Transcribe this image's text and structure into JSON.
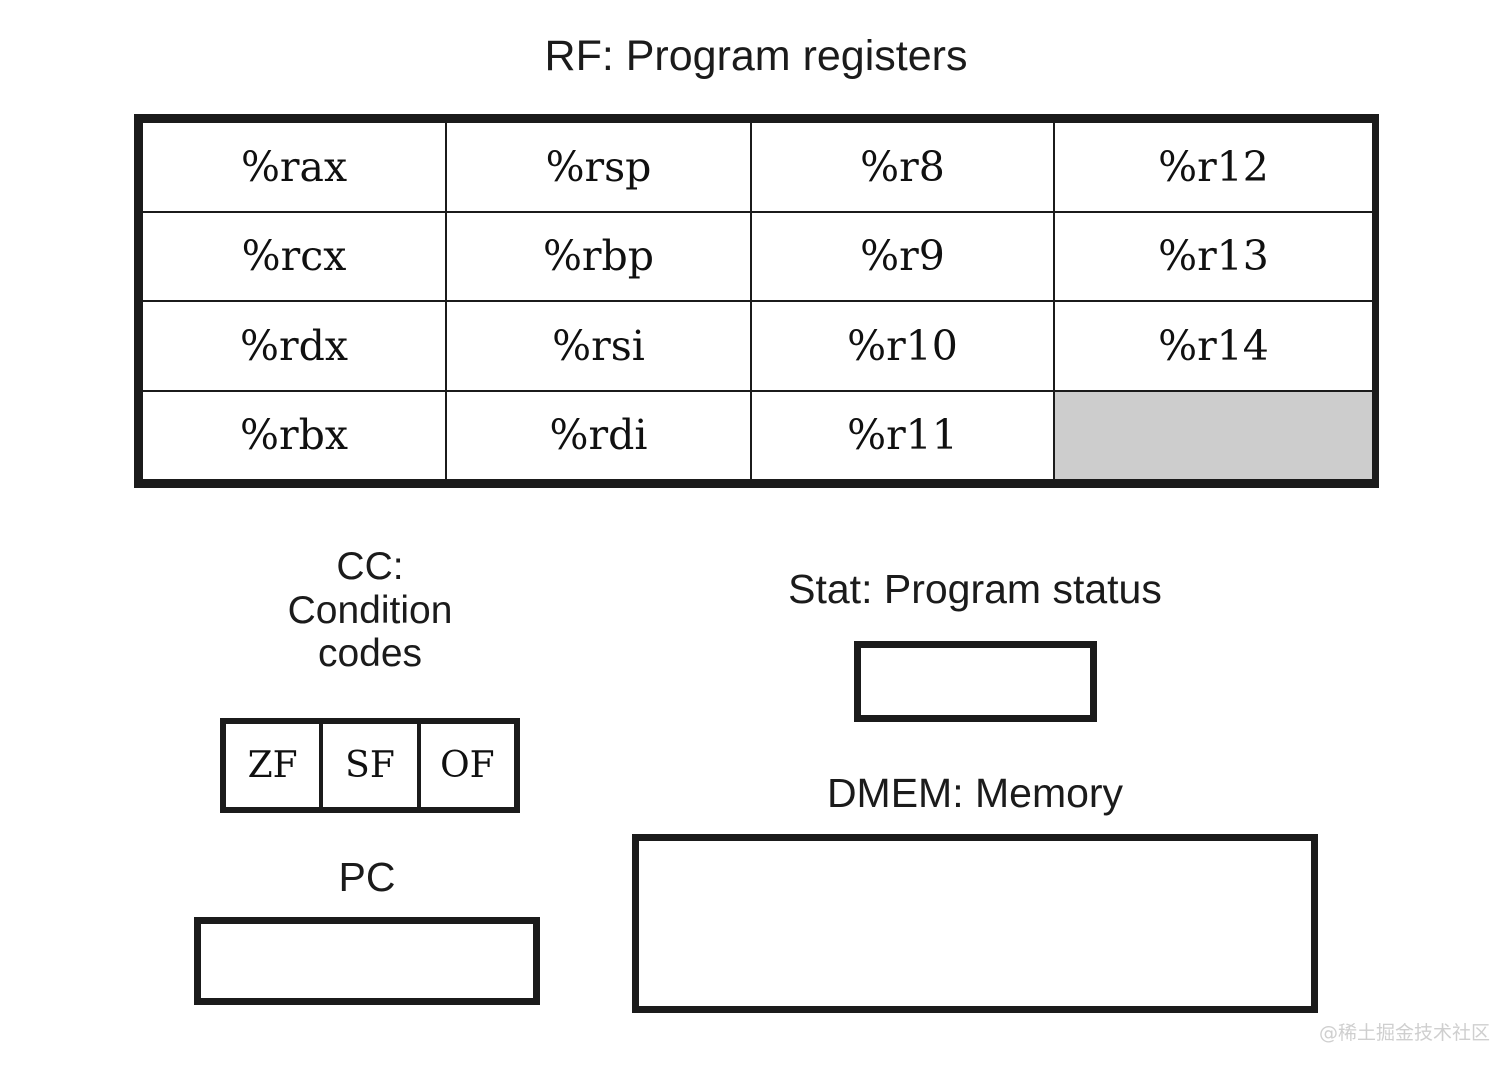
{
  "register_file": {
    "title": "RF: Program registers",
    "rows": [
      [
        "%rax",
        "%rsp",
        "%r8",
        "%r12"
      ],
      [
        "%rcx",
        "%rbp",
        "%r9",
        "%r13"
      ],
      [
        "%rdx",
        "%rsi",
        "%r10",
        "%r14"
      ],
      [
        "%rbx",
        "%rdi",
        "%r11",
        ""
      ]
    ],
    "empty_cell_color": "#cdcdcd"
  },
  "condition_codes": {
    "title": "CC:\nCondition\ncodes",
    "flags": [
      "ZF",
      "SF",
      "OF"
    ]
  },
  "program_counter": {
    "title": "PC",
    "value": ""
  },
  "status": {
    "title": "Stat: Program status",
    "value": ""
  },
  "memory": {
    "title": "DMEM: Memory",
    "value": ""
  },
  "watermark": {
    "text": "@稀土掘金技术社区"
  },
  "colors": {
    "ink": "#1b1b1b",
    "background": "#ffffff",
    "gray_cell": "#cdcdcd",
    "watermark": "#cfcfcf"
  }
}
